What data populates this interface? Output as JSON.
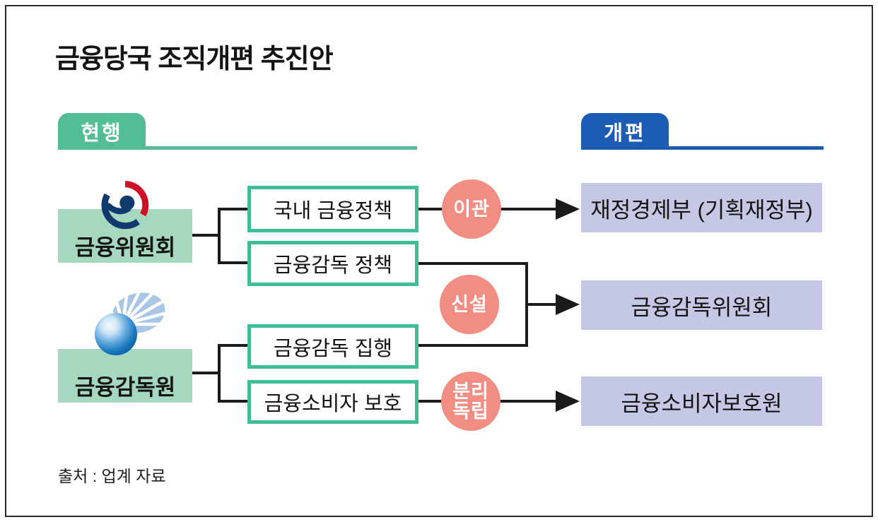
{
  "title": "금융당국 조직개편 추진안",
  "tabs": {
    "current": "현행",
    "reform": "개편"
  },
  "orgs": {
    "fsc": "금융위원회",
    "fss": "금융감독원"
  },
  "functions": {
    "f1": "국내 금융정책",
    "f2": "금융감독 정책",
    "f3": "금융감독 집행",
    "f4": "금융소비자 보호"
  },
  "badges": {
    "transfer": "이관",
    "new": "신설",
    "separate_line1": "분리",
    "separate_line2": "독립"
  },
  "reform_orgs": {
    "r1": "재정경제부 (기획재정부)",
    "r2": "금융감독위원회",
    "r3": "금융소비자보호원"
  },
  "source": "출처 : 업계 자료",
  "icons": {
    "fsc_logo": "taegeuk-government-emblem",
    "fss_logo": "globe-with-rays-emblem"
  },
  "colors": {
    "current_green": "#53BE95",
    "org_box_green": "#A5D8BF",
    "function_border_teal": "#3FBD97",
    "reform_blue": "#1D5CB4",
    "reform_box_lavender": "#C5C8E4",
    "badge_salmon": "#F18D82",
    "line_black": "#1b1b1b"
  }
}
